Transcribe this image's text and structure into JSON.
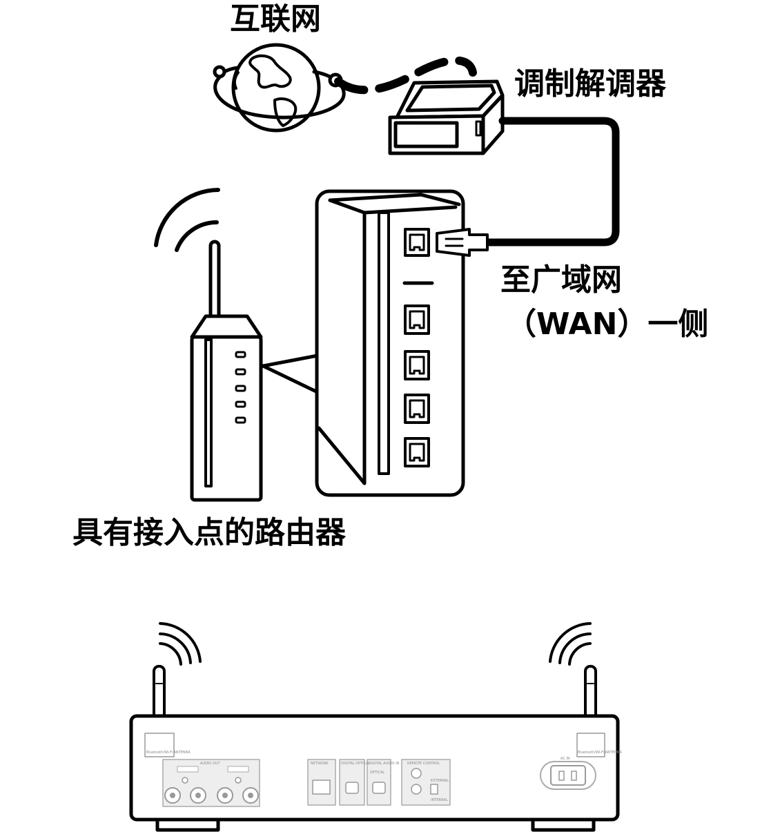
{
  "labels": {
    "internet": "互联网",
    "modem": "调制解调器",
    "wan_line1": "至广域网",
    "wan_line2": "（WAN）一侧",
    "router": "具有接入点的路由器"
  },
  "device_panel": {
    "antenna_left": "Bluetooth/Wi-Fi ANTENNA",
    "antenna_right": "Bluetooth/Wi-Fi ANTENNA",
    "audio_out": "AUDIO OUT",
    "network": "NETWORK",
    "digital_optical": "DIGITAL OPTICAL",
    "digital_audio_in": "DIGITAL AUDIO IN",
    "optical": "OPTICAL",
    "remote_control": "REMOTE CONTROL",
    "external": "EXTERNAL",
    "internal": "INTERNAL",
    "ac_in": "AC IN"
  }
}
